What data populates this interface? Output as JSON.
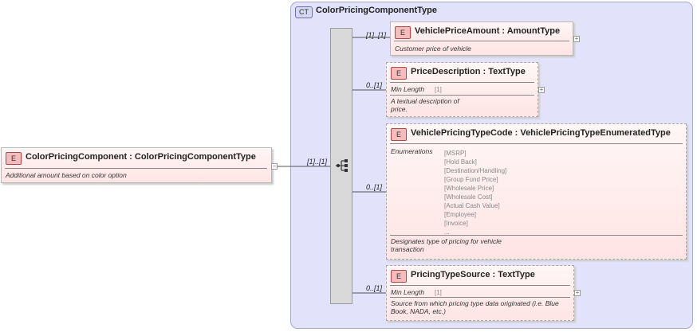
{
  "container": {
    "badge": "CT",
    "title": "ColorPricingComponentType"
  },
  "root": {
    "badge": "E",
    "name": "ColorPricingComponent : ColorPricingComponentType",
    "doc": "Additional amount based on color option",
    "cardinality": "[1]..[1]"
  },
  "children": [
    {
      "badge": "E",
      "name": "VehiclePriceAmount : AmountType",
      "cardinality": "[1]..[1]",
      "doc": "Customer price of vehicle"
    },
    {
      "badge": "E",
      "name": "PriceDescription : TextType",
      "cardinality": "0..[1]",
      "facet_label": "Min Length",
      "facet_value": "[1]",
      "doc_line1": "A textual description of",
      "doc_line2": "price."
    },
    {
      "badge": "E",
      "name": "VehiclePricingTypeCode : VehiclePricingTypeEnumeratedType",
      "cardinality": "0..[1]",
      "facet_label": "Enumerations",
      "enumerations": [
        "[MSRP]",
        "[Hold Back]",
        "[Destination/Handling]",
        "[Group Fund Price]",
        "[Wholesale Price]",
        "[Wholesale Cost]",
        "[Actual Cash Value]",
        "[Employee]",
        "[Invoice]",
        "..."
      ],
      "doc_line1": "Designates type of pricing for vehicle",
      "doc_line2": "transaction"
    },
    {
      "badge": "E",
      "name": "PricingTypeSource : TextType",
      "cardinality": "0..[1]",
      "facet_label": "Min Length",
      "facet_value": "[1]",
      "doc_line1": "Source from which pricing type data originated (i.e. Blue",
      "doc_line2": "Book, NADA, etc.)"
    }
  ],
  "toggles": {
    "collapse": "−",
    "expand": "+"
  }
}
